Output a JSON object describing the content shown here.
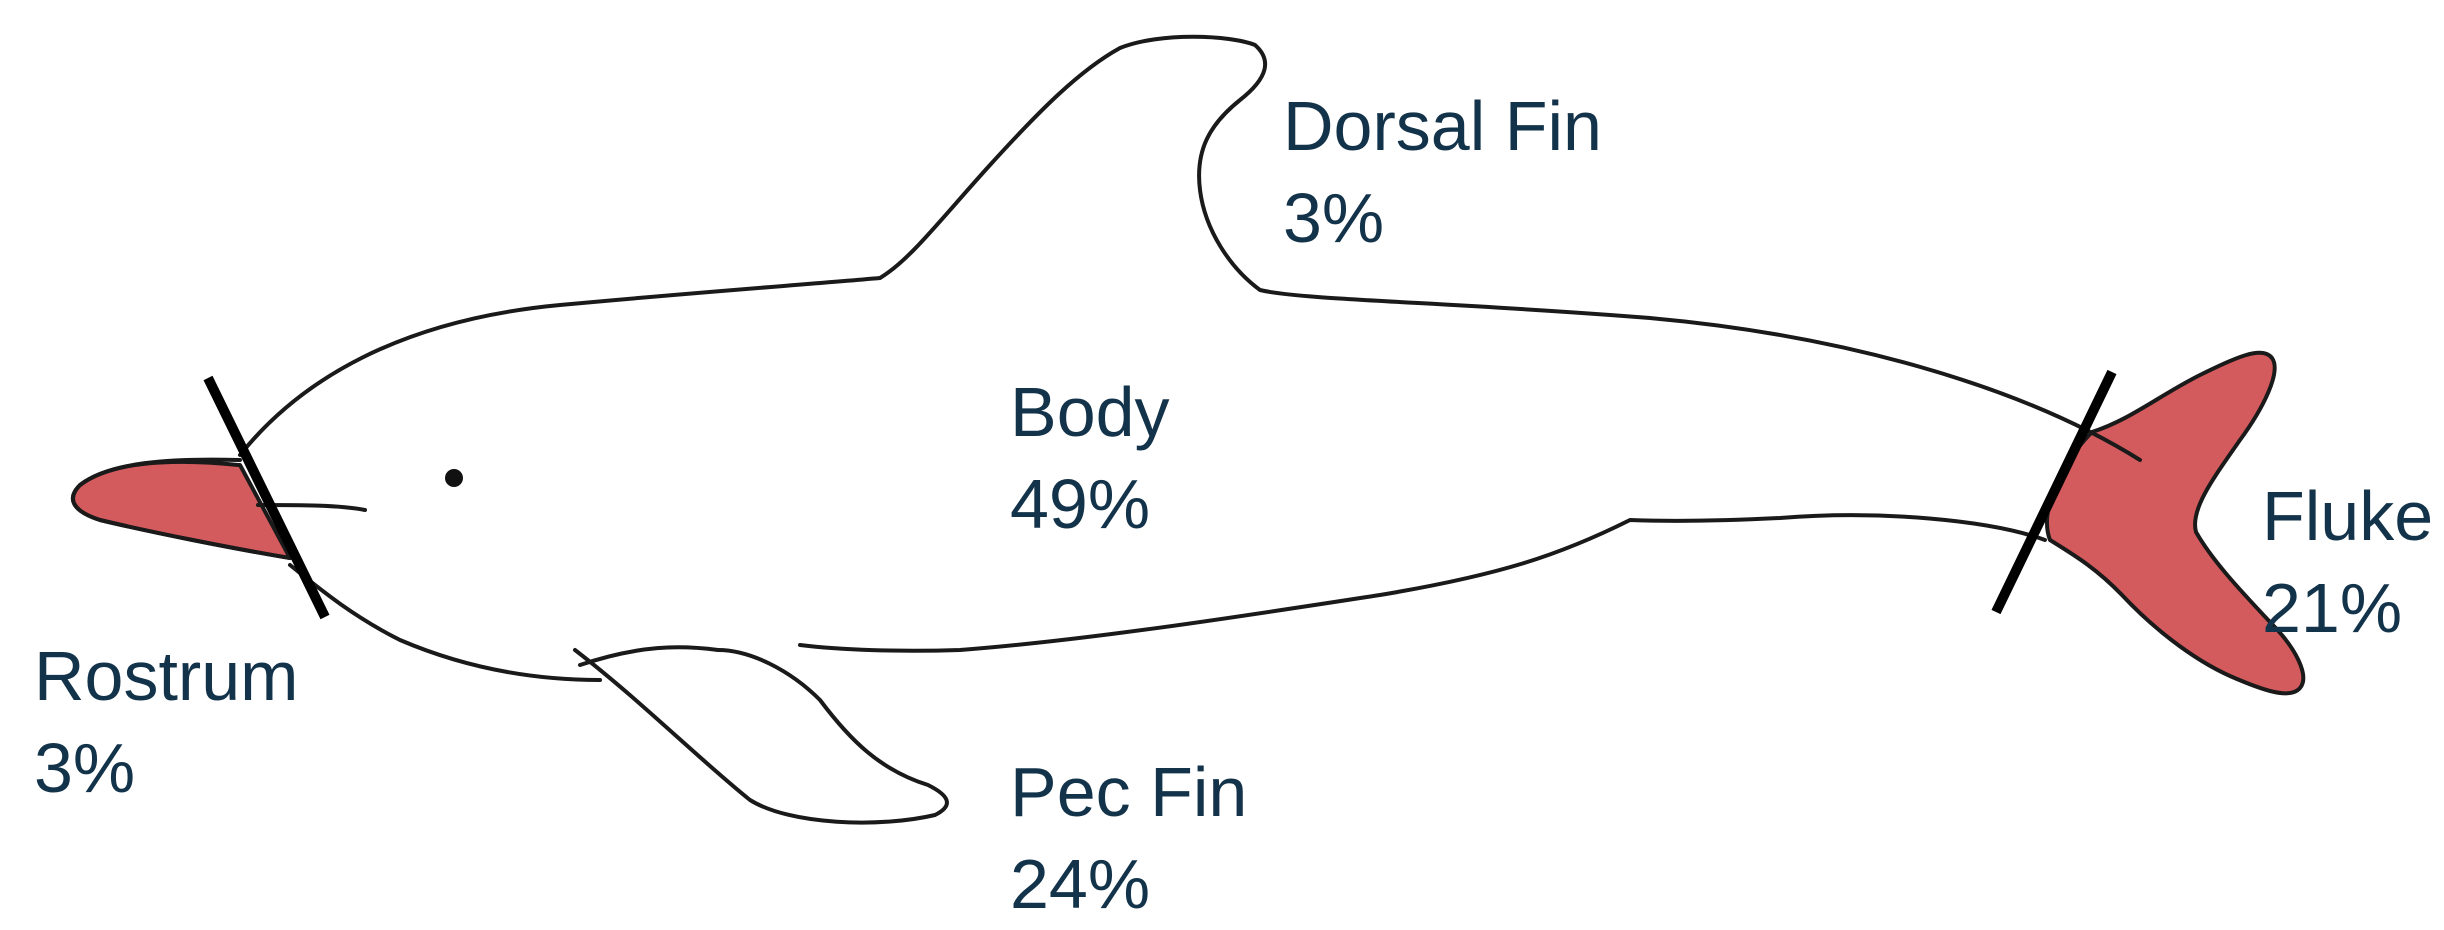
{
  "highlight_color": "#d45b5d",
  "outline_color": "#1a1a1a",
  "text_color": "#13334a",
  "regions": {
    "dorsal_fin": {
      "name": "Dorsal Fin",
      "percent": "3%"
    },
    "body": {
      "name": "Body",
      "percent": "49%"
    },
    "rostrum": {
      "name": "Rostrum",
      "percent": "3%"
    },
    "pec_fin": {
      "name": "Pec Fin",
      "percent": "24%"
    },
    "fluke": {
      "name": "Fluke",
      "percent": "21%"
    }
  }
}
